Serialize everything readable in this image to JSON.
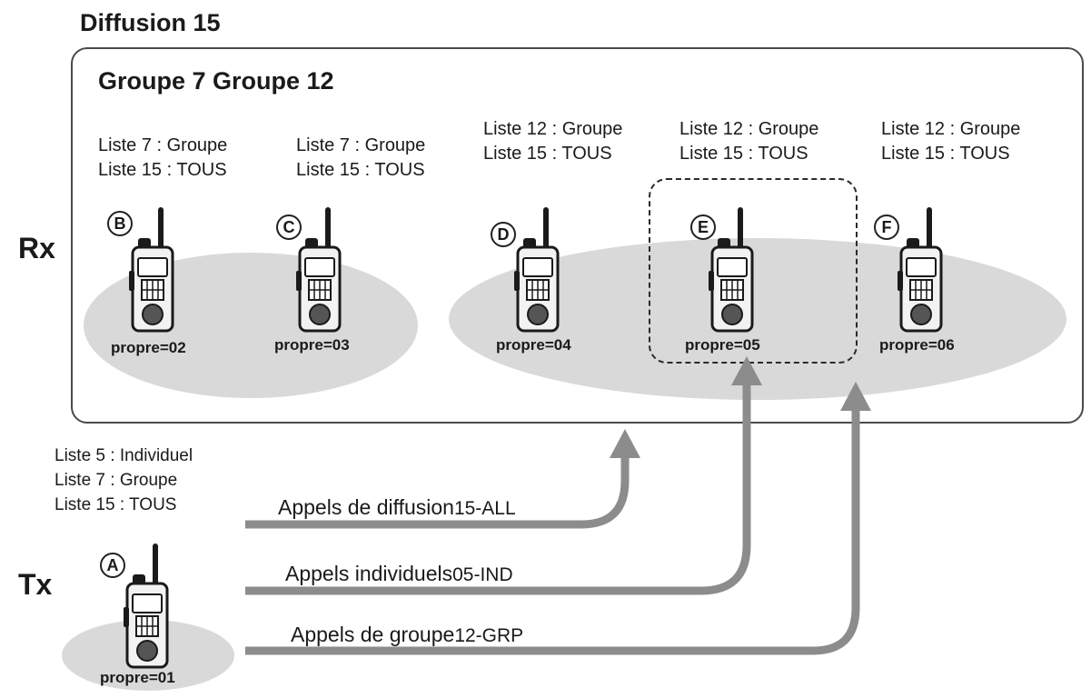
{
  "diffusion_title": "Diffusion 15",
  "groups_title": "Groupe 7 Groupe 12",
  "rx_label": "Rx",
  "tx_label": "Tx",
  "radios": [
    {
      "letter": "B",
      "lists": [
        "Liste 7 : Groupe",
        "Liste 15 : TOUS"
      ],
      "own": "propre=02"
    },
    {
      "letter": "C",
      "lists": [
        "Liste 7 : Groupe",
        "Liste 15 : TOUS"
      ],
      "own": "propre=03"
    },
    {
      "letter": "D",
      "lists": [
        "Liste 12 : Groupe",
        "Liste 15 : TOUS"
      ],
      "own": "propre=04"
    },
    {
      "letter": "E",
      "lists": [
        "Liste 12 : Groupe",
        "Liste 15 : TOUS"
      ],
      "own": "propre=05"
    },
    {
      "letter": "F",
      "lists": [
        "Liste 12 : Groupe",
        "Liste 15 : TOUS"
      ],
      "own": "propre=06"
    }
  ],
  "transmitter": {
    "letter": "A",
    "lists": [
      "Liste 5 : Individuel",
      "Liste 7 : Groupe",
      "Liste 15 : TOUS"
    ],
    "own": "propre=01"
  },
  "calls": [
    {
      "label": "Appels de diffusion",
      "code": "15-ALL"
    },
    {
      "label": "Appels individuels",
      "code": "05-IND"
    },
    {
      "label": "Appels de groupe",
      "code": "12-GRP"
    }
  ],
  "colors": {
    "ellipse": "#d9d9d9",
    "arrow": "#8c8c8c",
    "frame": "#4a4a4a"
  }
}
